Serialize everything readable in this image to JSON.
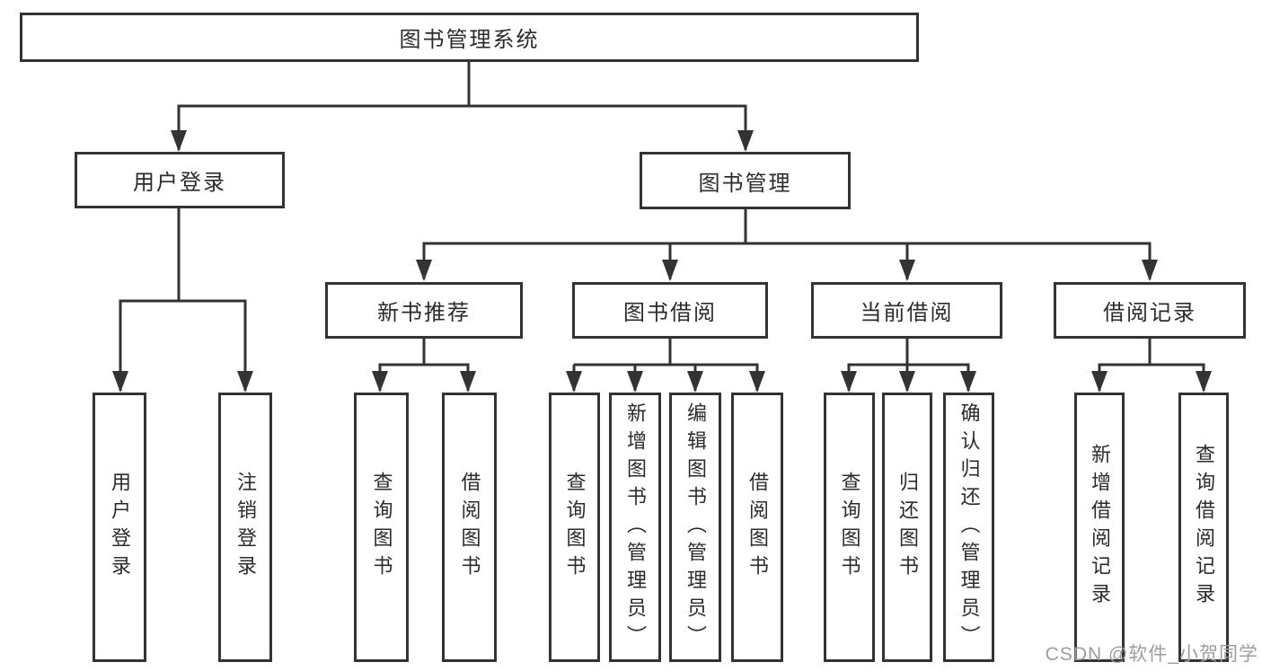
{
  "diagram": {
    "root": {
      "label": "图书管理系统"
    },
    "branches": [
      {
        "label": "用户登录",
        "children": [
          {
            "label": "用户登录"
          },
          {
            "label": "注销登录"
          }
        ]
      },
      {
        "label": "图书管理",
        "children": [
          {
            "label": "新书推荐",
            "children": [
              {
                "label": "查询图书"
              },
              {
                "label": "借阅图书"
              }
            ]
          },
          {
            "label": "图书借阅",
            "children": [
              {
                "label": "查询图书"
              },
              {
                "label": "新增图书（管理员）"
              },
              {
                "label": "编辑图书（管理员）"
              },
              {
                "label": "借阅图书"
              }
            ]
          },
          {
            "label": "当前借阅",
            "children": [
              {
                "label": "查询图书"
              },
              {
                "label": "归还图书"
              },
              {
                "label": "确认归还（管理员）"
              }
            ]
          },
          {
            "label": "借阅记录",
            "children": [
              {
                "label": "新增借阅记录"
              },
              {
                "label": "查询借阅记录"
              }
            ]
          }
        ]
      }
    ]
  },
  "watermark": {
    "text": "CSDN @软件_小贺同学"
  },
  "colors": {
    "line": "#333333",
    "box_border": "#333333",
    "text": "#2b2b2b",
    "watermark": "#9d9d9d",
    "background": "#ffffff"
  }
}
